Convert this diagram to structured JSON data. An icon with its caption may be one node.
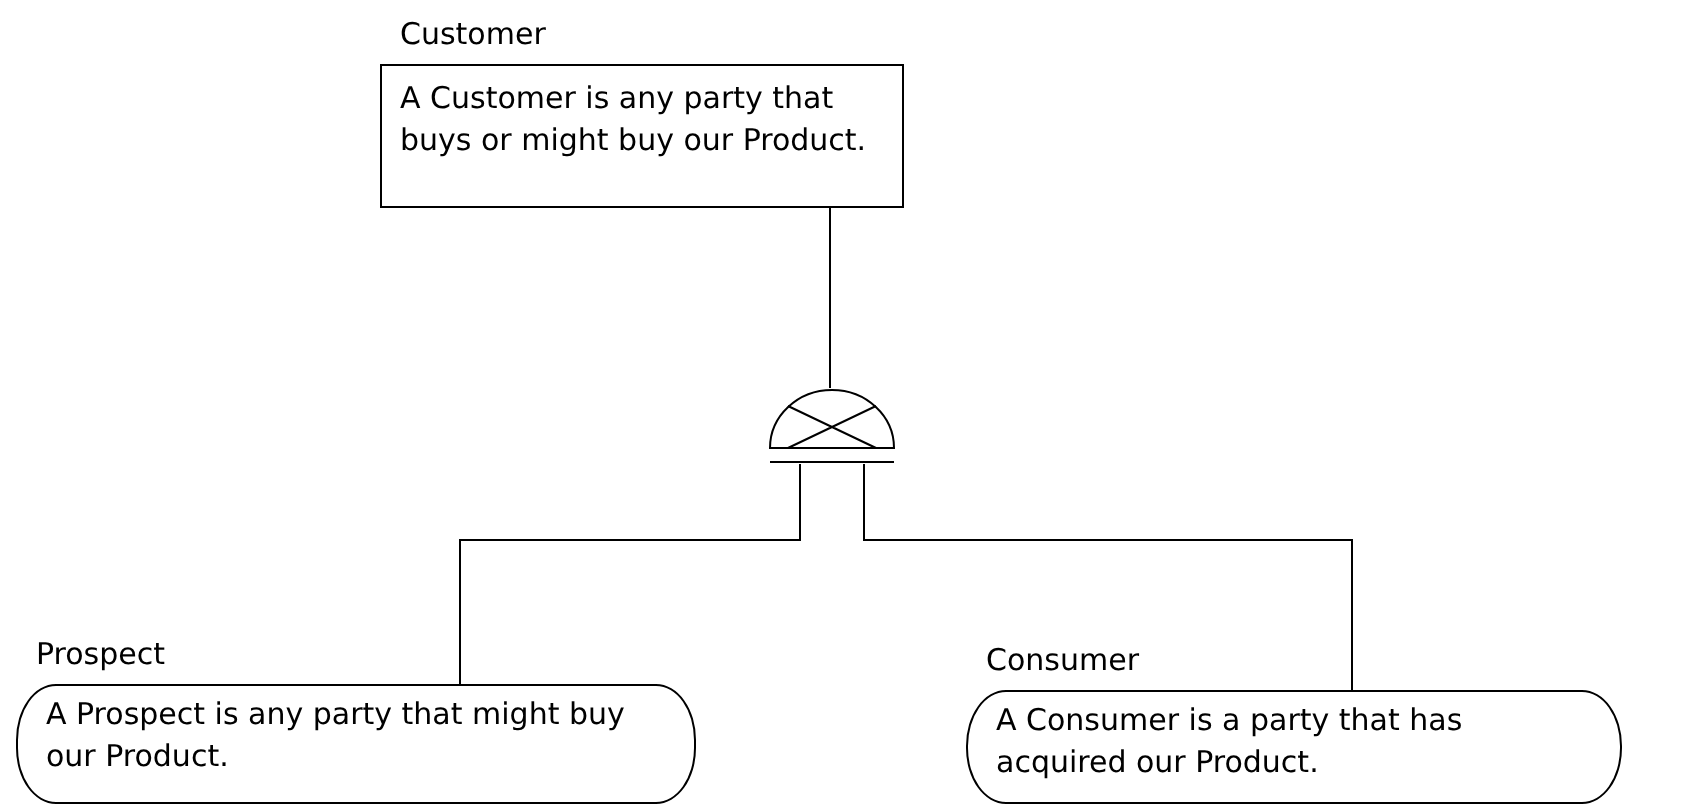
{
  "diagram": {
    "nodes": [
      {
        "text": [
          "Customer",
          "A Customer is any party that buys or might buy our Product."
        ]
      },
      {
        "text": [],
        "shape": "circle"
      },
      {
        "text": [
          "Prospect",
          "A Prospect is any party that might buy our Product."
        ]
      },
      {
        "text": [
          "Consumer",
          "A Consumer is a party that has acquired our Product."
        ]
      }
    ],
    "edges": [
      {
        "from": 0,
        "to": 1,
        "arrow": "none"
      },
      {
        "from": 1,
        "to": 2,
        "arrow": "none"
      },
      {
        "from": 1,
        "to": 3,
        "arrow": "none"
      }
    ]
  }
}
